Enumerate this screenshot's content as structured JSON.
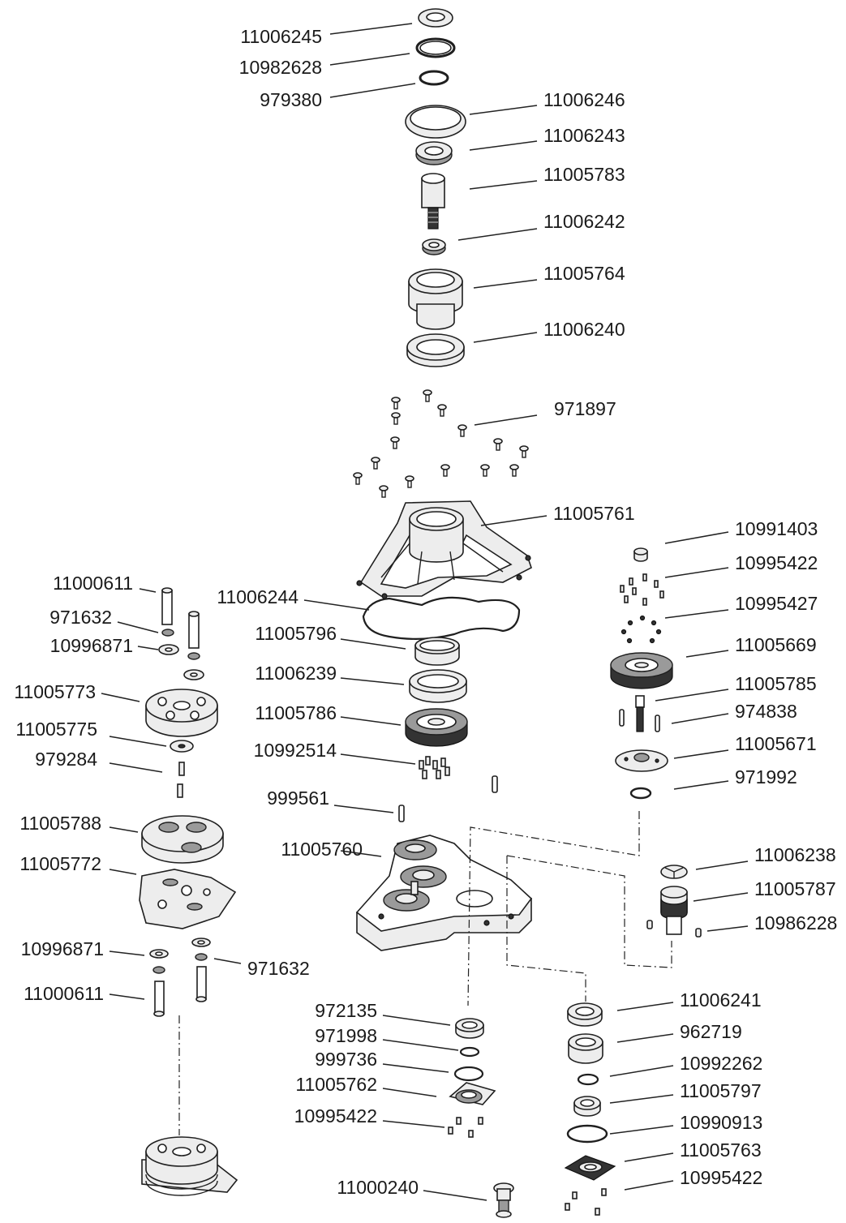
{
  "callouts": [
    {
      "id": "11006245"
    },
    {
      "id": "10982628"
    },
    {
      "id": "979380"
    },
    {
      "id": "11006246"
    },
    {
      "id": "11006243"
    },
    {
      "id": "11005783"
    },
    {
      "id": "11006242"
    },
    {
      "id": "11005764"
    },
    {
      "id": "11006240"
    },
    {
      "id": "971897"
    },
    {
      "id": "11005761"
    },
    {
      "id": "10991403"
    },
    {
      "id": "10995422"
    },
    {
      "id": "10995427"
    },
    {
      "id": "11005669"
    },
    {
      "id": "11005785"
    },
    {
      "id": "974838"
    },
    {
      "id": "11005671"
    },
    {
      "id": "971992"
    },
    {
      "id": "11006238"
    },
    {
      "id": "11005787"
    },
    {
      "id": "10986228"
    },
    {
      "id": "11000611"
    },
    {
      "id": "971632"
    },
    {
      "id": "10996871"
    },
    {
      "id": "11005773"
    },
    {
      "id": "11005775"
    },
    {
      "id": "979284"
    },
    {
      "id": "11005788"
    },
    {
      "id": "11005772"
    },
    {
      "id": "10996871"
    },
    {
      "id": "971632"
    },
    {
      "id": "11000611"
    },
    {
      "id": "11006244"
    },
    {
      "id": "11005796"
    },
    {
      "id": "11006239"
    },
    {
      "id": "11005786"
    },
    {
      "id": "10992514"
    },
    {
      "id": "999561"
    },
    {
      "id": "11005760"
    },
    {
      "id": "972135"
    },
    {
      "id": "971998"
    },
    {
      "id": "999736"
    },
    {
      "id": "11005762"
    },
    {
      "id": "10995422"
    },
    {
      "id": "11000240"
    },
    {
      "id": "11006241"
    },
    {
      "id": "962719"
    },
    {
      "id": "10992262"
    },
    {
      "id": "11005797"
    },
    {
      "id": "10990913"
    },
    {
      "id": "11005763"
    },
    {
      "id": "10995422"
    }
  ]
}
